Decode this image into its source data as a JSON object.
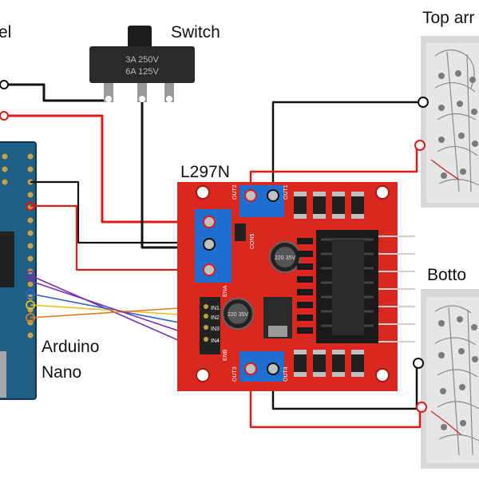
{
  "labels": {
    "panel_fragment": "el",
    "switch": "Switch",
    "driver": "L297N",
    "top_array": "Top arr",
    "bottom_array": "Botto",
    "arduino_line1": "Arduino",
    "arduino_line2": "Nano"
  },
  "switch_markings": [
    "3A 250V",
    "6A 125V"
  ],
  "driver_markings": {
    "ports": [
      "OUT1",
      "OUT2",
      "OUT3",
      "OUT4"
    ],
    "inputs": [
      "IN1",
      "IN2",
      "IN3",
      "IN4"
    ],
    "jumpers": [
      "ENA",
      "ENB",
      "CON5"
    ],
    "caps": [
      "220 35V",
      "220 35V"
    ]
  },
  "colors": {
    "wire_red": "#e01818",
    "wire_black": "#111111",
    "wire_purple": "#7a2fb0",
    "wire_blue": "#2f62c8",
    "wire_yellow": "#e0c020",
    "wire_orange": "#e07a20",
    "board_red": "#d8281f",
    "terminal_blue": "#1f6fd0",
    "nano_blue": "#1f5f86",
    "panel_gray": "#dadada"
  }
}
